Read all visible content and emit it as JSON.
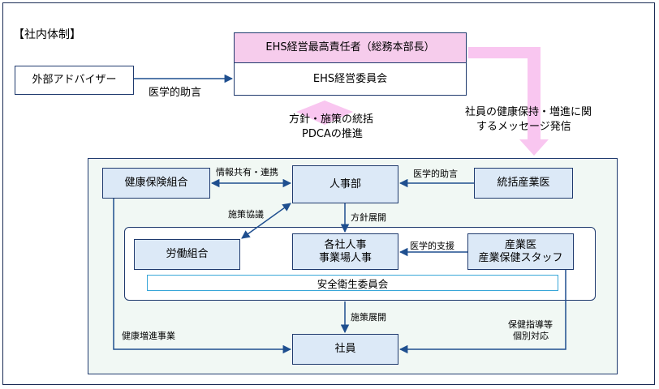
{
  "title": "【社内体制】",
  "nodes": {
    "ehs_officer": "EHS経営最高責任者（総務本部長）",
    "ehs_committee": "EHS経営委員会",
    "external_advisor": "外部アドバイザー",
    "health_insurance": "健康保険組合",
    "hr": "人事部",
    "chief_physician": "統括産業医",
    "labor_union": "労働組合",
    "company_hr_line1": "各社人事",
    "company_hr_line2": "事業場人事",
    "occ_physician_line1": "産業医",
    "occ_physician_line2": "産業保健スタッフ",
    "safety_committee": "安全衛生委員会",
    "employees": "社員"
  },
  "edge_labels": {
    "medical_advice_external": "医学的助言",
    "policy_line1": "方針・施策の統括",
    "policy_line2": "PDCAの推進",
    "message_line1": "社員の健康保持・増進に関",
    "message_line2": "するメッセージ発信",
    "info_sharing": "情報共有・連携",
    "medical_advice_internal": "医学的助言",
    "policy_consultation": "施策協議",
    "policy_deployment": "方針展開",
    "medical_support": "医学的支援",
    "measure_deployment": "施策展開",
    "health_promotion": "健康増進事業",
    "health_guidance_line1": "保健指導等",
    "health_guidance_line2": "個別対応"
  },
  "colors": {
    "navy": "#1f3a6e",
    "light_blue": "#dce9f7",
    "pink": "#f6ccec",
    "pink_arrow": "#f9c6f0",
    "panel_green": "#f1f8f4",
    "cyan_border": "#37a6d8"
  }
}
